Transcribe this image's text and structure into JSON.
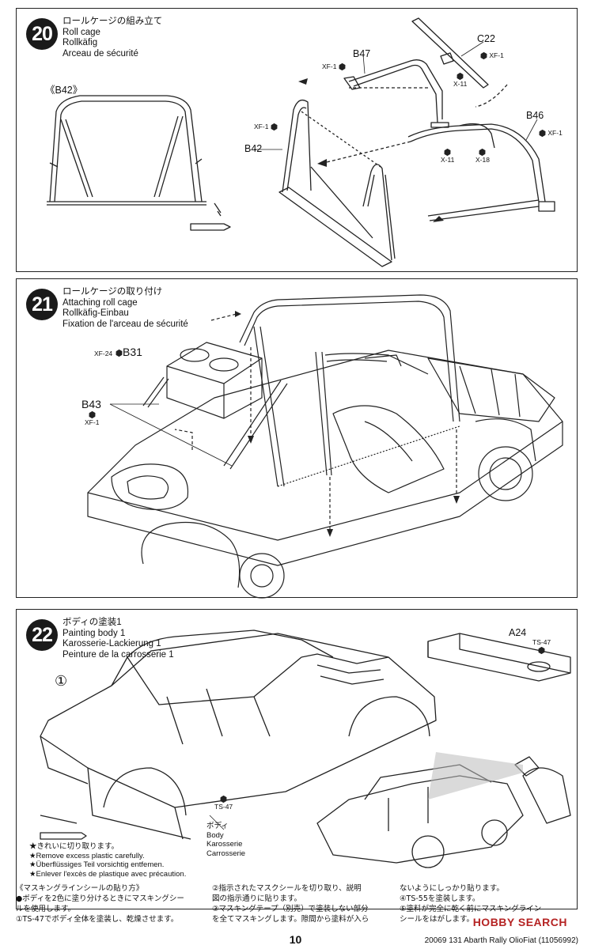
{
  "steps": [
    {
      "number": "20",
      "titles": [
        "ロールケージの組み立て",
        "Roll cage",
        "Rollkäfig",
        "Arceau de sécurité"
      ]
    },
    {
      "number": "21",
      "titles": [
        "ロールケージの取り付け",
        "Attaching roll cage",
        "Rollkäfig-Einbau",
        "Fixation de l'arceau de sécurité"
      ]
    },
    {
      "number": "22",
      "titles": [
        "ボディの塗装1",
        "Painting body 1",
        "Karosserie-Lackierung 1",
        "Peinture de la carrosserie 1"
      ]
    }
  ],
  "step20": {
    "b42_ref": "《B42》",
    "parts": {
      "b47": "B47",
      "c22": "C22",
      "b46": "B46",
      "b42": "B42"
    },
    "codes": {
      "xf1_a": "XF-1",
      "xf1_b": "XF-1",
      "xf1_c": "XF-1",
      "xf1_d": "XF-1",
      "x11_a": "X-11",
      "x11_b": "X-11",
      "x18": "X-18"
    }
  },
  "step21": {
    "parts": {
      "b31": "B31",
      "b43": "B43"
    },
    "codes": {
      "xf24": "XF-24",
      "xf1": "XF-1"
    }
  },
  "step22": {
    "circle_one": "①",
    "parts": {
      "a24": "A24"
    },
    "codes": {
      "ts47_a": "TS-47",
      "ts47_b": "TS-47"
    },
    "body_labels": [
      "ボディ",
      "Body",
      "Karosserie",
      "Carrosserie"
    ],
    "cut_notes": [
      "★きれいに切り取ります。",
      "★Remove excess plastic carefully.",
      "★Überflüssiges Teil vorsichtig entfemen.",
      "★Enlever l'excès de plastique avec précaution."
    ],
    "masking_col1": [
      "《マスキングラインシールの貼り方》",
      "●ボディを2色に塗り分けるときにマスキングシー",
      "ルを使用します。",
      "①TS-47でボディ全体を塗装し、乾燥させます。"
    ],
    "masking_col2": [
      "②指示されたマスクシールを切り取り、説明",
      "図の指示通りに貼ります。",
      "③マスキングテープ（別売）で塗装しない部分",
      "を全てマスキングします。隙間から塗料が入ら"
    ],
    "masking_col3": [
      "ないようにしっかり貼ります。",
      "④TS-55を塗装します。",
      "⑤塗料が完全に乾く前にマスキングライン",
      "シールをはがします。"
    ]
  },
  "page_number": "10",
  "footer": "20069  131 Abarth Rally OlioFiat (11056992)",
  "watermark": "HOBBY SEARCH"
}
